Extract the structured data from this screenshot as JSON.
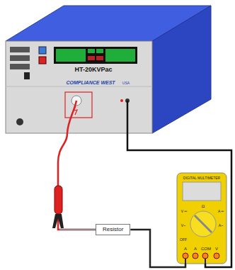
{
  "diagram": {
    "nodes": [
      {
        "text": [
          "HT-20KVPac"
        ]
      },
      {
        "text": [
          "Resistor"
        ]
      },
      {
        "text": [
          "DIGITAL MULTIMETER"
        ]
      }
    ],
    "edges": [
      {
        "from": 0,
        "to": 1,
        "arrow": "none"
      },
      {
        "from": 1,
        "to": 2,
        "arrow": "none"
      },
      {
        "from": 0,
        "to": 2,
        "arrow": "none"
      }
    ],
    "labels": [
      "COMPLIANCE WEST",
      "USA",
      "OFF",
      "V~",
      "V ═",
      "Ω",
      "A ═",
      "A~",
      "A",
      "A",
      "COM",
      "V"
    ]
  }
}
